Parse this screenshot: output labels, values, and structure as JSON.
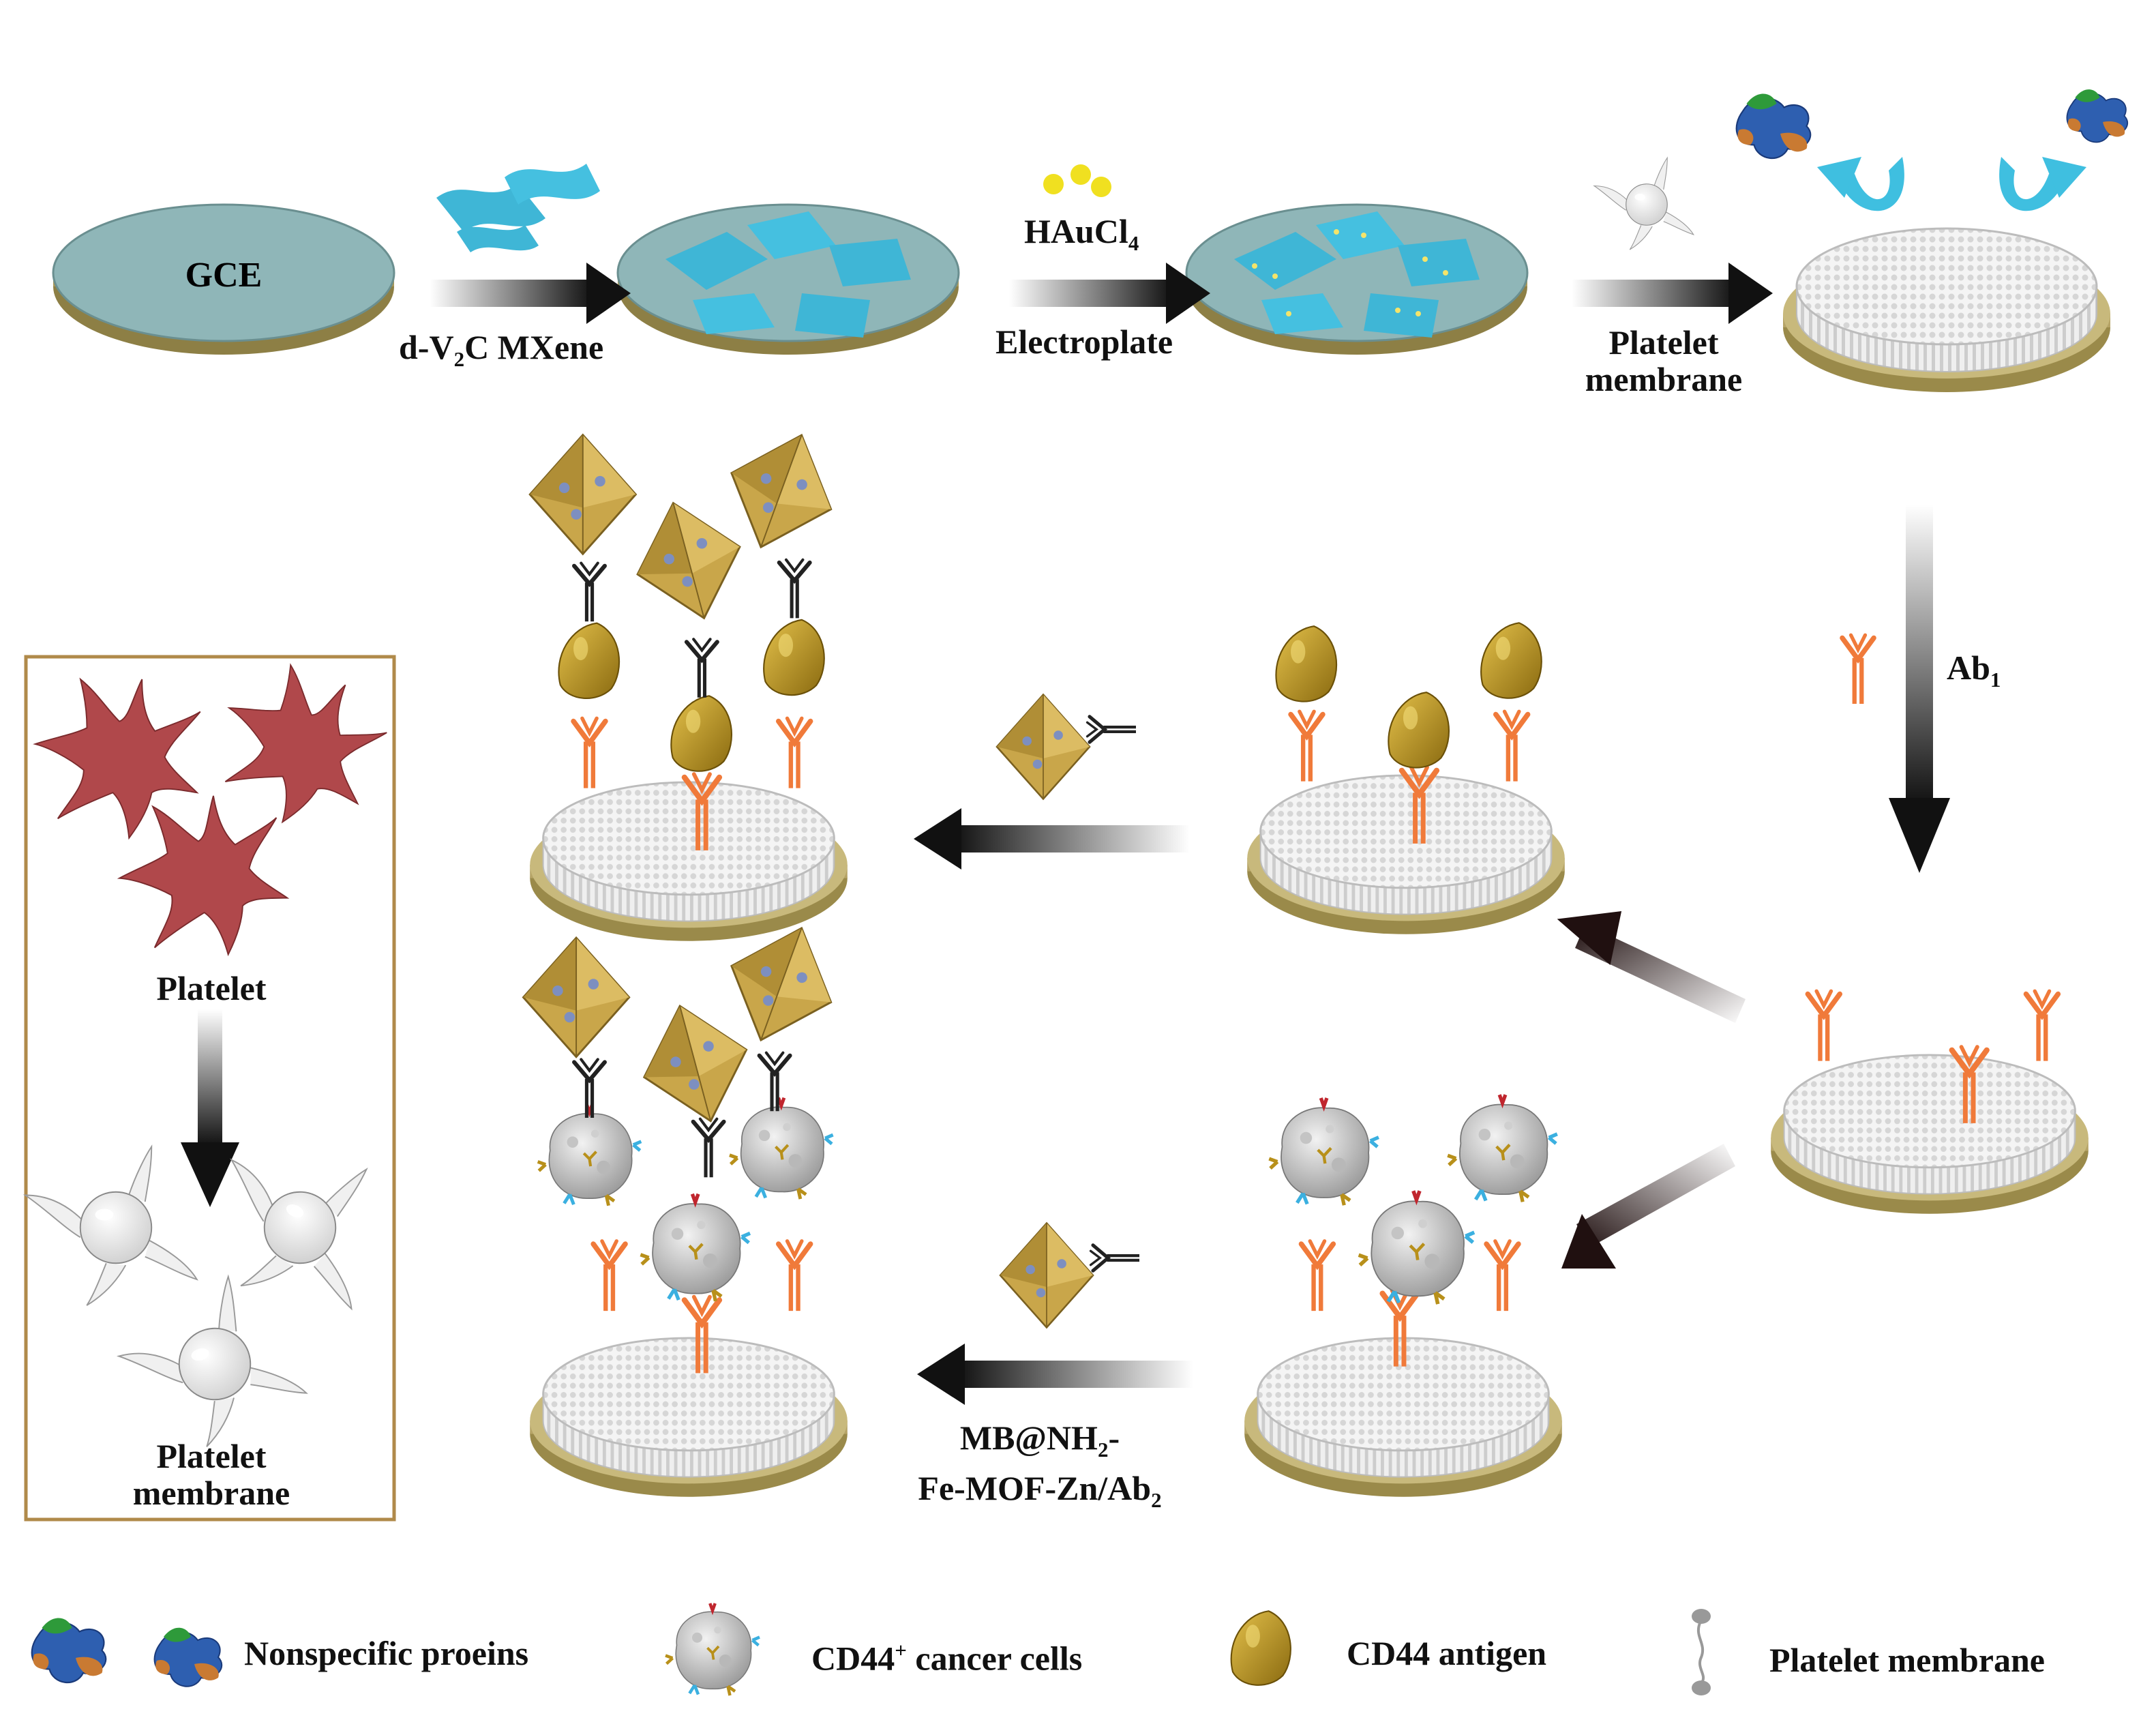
{
  "steps": {
    "gce": "GCE",
    "step1": {
      "pre": "d-V",
      "sub": "2",
      "post": "C MXene"
    },
    "step2_top": {
      "pre": "HAuCl",
      "sub": "4"
    },
    "step2_bottom": "Electroplate",
    "step3": [
      "Platelet",
      "membrane"
    ],
    "step4": {
      "pre": "Ab",
      "sub": "1"
    },
    "step5": {
      "line1_pre": "MB@NH",
      "line1_sub": "2",
      "line1_post": "-",
      "line2_pre": "Fe-MOF-Zn/Ab",
      "line2_sub": "2"
    }
  },
  "inset": {
    "platelet": "Platelet",
    "membrane": [
      "Platelet",
      "membrane"
    ]
  },
  "legend": {
    "proteins": "Nonspecific proeins",
    "cells_pre": "CD44",
    "cells_sup": "+",
    "cells_post": " cancer cells",
    "antigen": "CD44 antigen",
    "membrane": "Platelet membrane"
  },
  "colors": {
    "mxene": "#3fb6d6",
    "gold_base": "#c9b878",
    "antibody": "#f07a3a",
    "antigen": "#b8901a",
    "mof": "#c9a64a",
    "platelet": "#b0484b",
    "inset_border": "#b08a4a"
  }
}
